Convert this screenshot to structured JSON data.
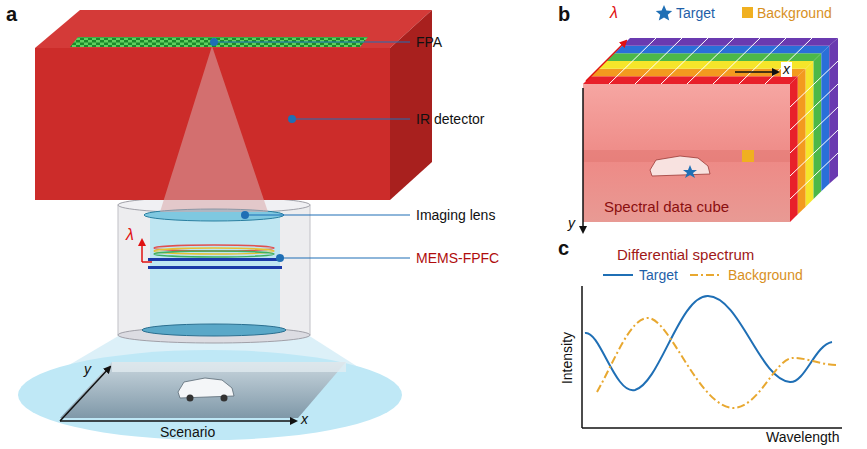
{
  "diagram": {
    "labels": [
      "a",
      "FPA",
      "IR detector",
      "Imaging lens",
      "MEMS-FPFC",
      "λ",
      "y",
      "x",
      "Scenario",
      "b",
      "λ",
      "x",
      "y",
      "Spectral data cube",
      "c",
      "Differential spectrum",
      "Intensity",
      "Wavelength"
    ],
    "legend": [
      {
        "text": "Target"
      },
      {
        "text": "Background"
      },
      {
        "text": "Target"
      },
      {
        "text": "Background"
      }
    ]
  }
}
